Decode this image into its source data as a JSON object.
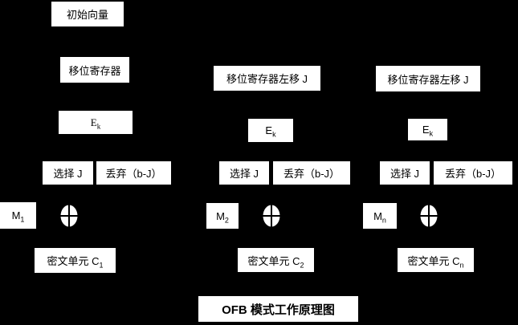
{
  "canvas": {
    "background_color": "#000000",
    "box_fill_color": "#ffffff",
    "box_text_color": "#000000"
  },
  "title": "OFB 模式工作原理图",
  "icons": {
    "xor": "circle-plus-xor"
  },
  "columns": [
    {
      "initial_vector": "初始向量",
      "shift_register": "移位寄存器",
      "cipher_e": {
        "base": "E",
        "sub": "k"
      },
      "select": "选择 J",
      "discard": "丢弃（b-J）",
      "message": {
        "base": "M",
        "sub": "1"
      },
      "ciphertext": {
        "base": "密文单元 C",
        "sub": "1"
      }
    },
    {
      "shift_register": "移位寄存器左移 J",
      "cipher_e": {
        "base": "E",
        "sub": "k"
      },
      "select": "选择 J",
      "discard": "丢弃（b-J）",
      "message": {
        "base": "M",
        "sub": "2"
      },
      "ciphertext": {
        "base": "密文单元 C",
        "sub": "2"
      }
    },
    {
      "shift_register": "移位寄存器左移 J",
      "cipher_e": {
        "base": "E",
        "sub": "k"
      },
      "select": "选择 J",
      "discard": "丢弃（b-J）",
      "message": {
        "base": "M",
        "sub": "n"
      },
      "ciphertext": {
        "base": "密文单元 C",
        "sub": "n"
      }
    }
  ]
}
